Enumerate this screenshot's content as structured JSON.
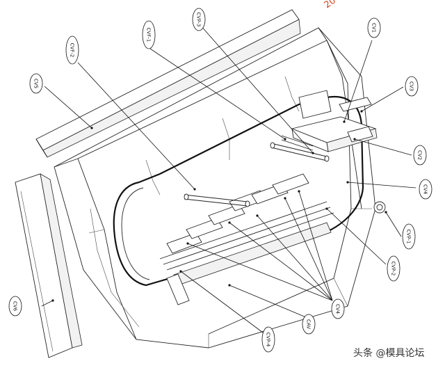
{
  "labels": {
    "cv1": "CV1",
    "cv2": "CV2",
    "cv3": "CV3",
    "cv4_right": "CV4",
    "cv4_bottom": "CV4",
    "cv5": "CV5",
    "cv6": "CV6",
    "cvp1": "CVP-1",
    "cvp2": "CVP-2",
    "cvp3": "CVP-3",
    "cvp4": "CVP-4",
    "cvf1": "CVF-1",
    "cvf2": "CVF-2",
    "cav": "CAV"
  },
  "watermark": {
    "text": "头条 @模具论坛",
    "icon": "toutiao-logo-icon"
  },
  "stamp_fragment": "20"
}
